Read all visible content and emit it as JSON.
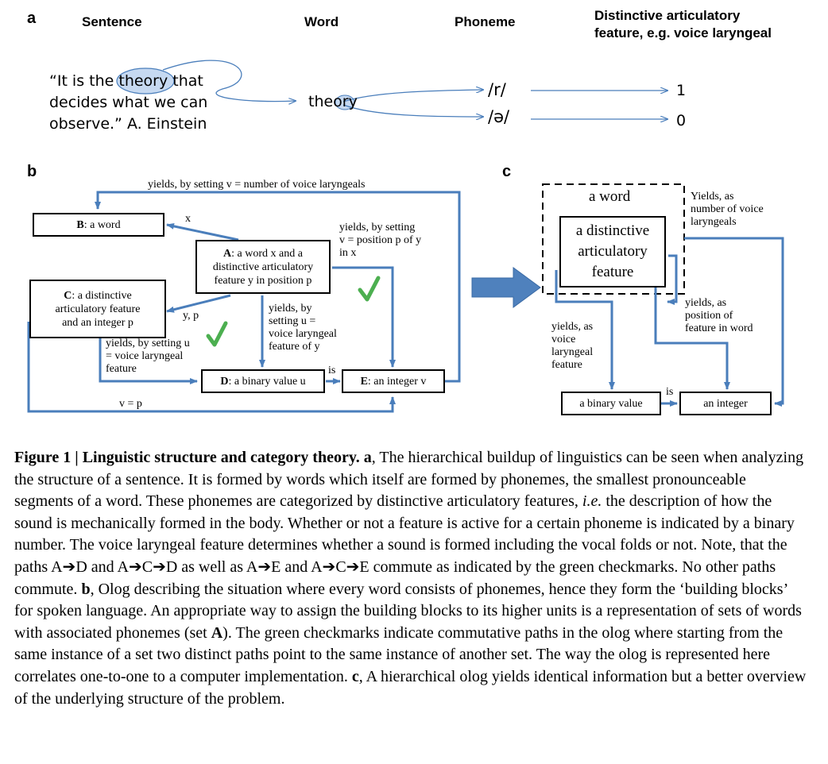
{
  "panel_a": {
    "letter": "a",
    "headers": {
      "sentence": "Sentence",
      "word": "Word",
      "phoneme": "Phoneme",
      "feature_line1": "Distinctive articulatory",
      "feature_line2": "feature, e.g. voice laryngeal"
    },
    "quote": {
      "line1_pre": "“It is the ",
      "line1_word": "theory",
      "line1_post": " that",
      "line2": "decides what we can",
      "line3": "observe.” A. Einstein"
    },
    "word": "theory",
    "phonemes": [
      "/r/",
      "/ə/"
    ],
    "values": [
      "1",
      "0"
    ]
  },
  "panel_b": {
    "letter": "b",
    "boxes": {
      "B_bold": "B",
      "B_rest": ": a word",
      "A_bold": "A",
      "A_line1": ": a word x and a",
      "A_line2": "distinctive articulatory",
      "A_line3": "feature y in position p",
      "C_bold": "C",
      "C_line1": ": a distinctive",
      "C_line2": "articulatory feature",
      "C_line3": "and an integer p",
      "D_bold": "D",
      "D_rest": ": a binary value u",
      "E_bold": "E",
      "E_rest": ": an integer v"
    },
    "labels": {
      "top": "yields, by setting v = number of voice laryngeals",
      "x": "x",
      "yp": "y, p",
      "yields_position_1": "yields, by setting",
      "yields_position_2": "v = position p of y",
      "yields_position_3": "in x",
      "yields_u_1": "yields, by",
      "yields_u_2": "setting u =",
      "yields_u_3": "voice laryngeal",
      "yields_u_4": "feature of y",
      "c_to_d_1": "yields, by setting u",
      "c_to_d_2": "= voice laryngeal",
      "c_to_d_3": "feature",
      "is": "is",
      "vp": "v = p"
    }
  },
  "panel_c": {
    "letter": "c",
    "outer_label": "a word",
    "inner_line1": "a distinctive",
    "inner_line2": "articulatory",
    "inner_line3": "feature",
    "yields_number_1": "Yields, as",
    "yields_number_2": "number of voice",
    "yields_number_3": "laryngeals",
    "yields_position_1": "yields, as",
    "yields_position_2": "position of",
    "yields_position_3": "feature in word",
    "yields_voice_1": "yields, as",
    "yields_voice_2": "voice",
    "yields_voice_3": "laryngeal",
    "yields_voice_4": "feature",
    "binary": "a binary value",
    "integer": "an integer",
    "is": "is"
  },
  "caption": {
    "fig": "Figure 1 | Linguistic structure and category theory.",
    "a_letter": "a",
    "a_text": ", The hierarchical buildup of linguistics can be seen when analyzing the structure of a sentence. It is formed by words which itself are formed by phonemes, the smallest pronounceable segments of a word. These phonemes are categorized by distinctive articulatory features, ",
    "ie": "i.e.",
    "a_text2": " the description of how the sound is mechanically formed in the body. Whether or not a feature is active for a certain phoneme is indicated by a binary number. The voice laryngeal feature determines whether a sound is formed including the vocal folds or not. Note, that the paths A➔D and A➔C➔D as well as A➔E and A➔C➔E commute as indicated by the green checkmarks. No other paths commute. ",
    "b_letter": "b",
    "b_text": ", Olog describing the situation where every word consists of phonemes, hence they form the ‘building blocks’ for spoken language. An appropriate way to assign the building blocks to its higher units is a representation of sets of words with associated phonemes (set ",
    "b_A": "A",
    "b_text2": "). The green checkmarks indicate commutative paths in the olog where starting from the same instance of a set two distinct paths point to the same instance of another set. The way the olog is represented here correlates one-to-one to a computer implementation. ",
    "c_letter": "c",
    "c_text": ", A hierarchical olog yields identical information but a better overview of the underlying structure of the problem."
  },
  "colors": {
    "arrow_blue": "#4a7ebb",
    "big_arrow_blue": "#4f81bd",
    "check_green": "#4caf50",
    "ellipse_fill": "#c6d9f1"
  }
}
